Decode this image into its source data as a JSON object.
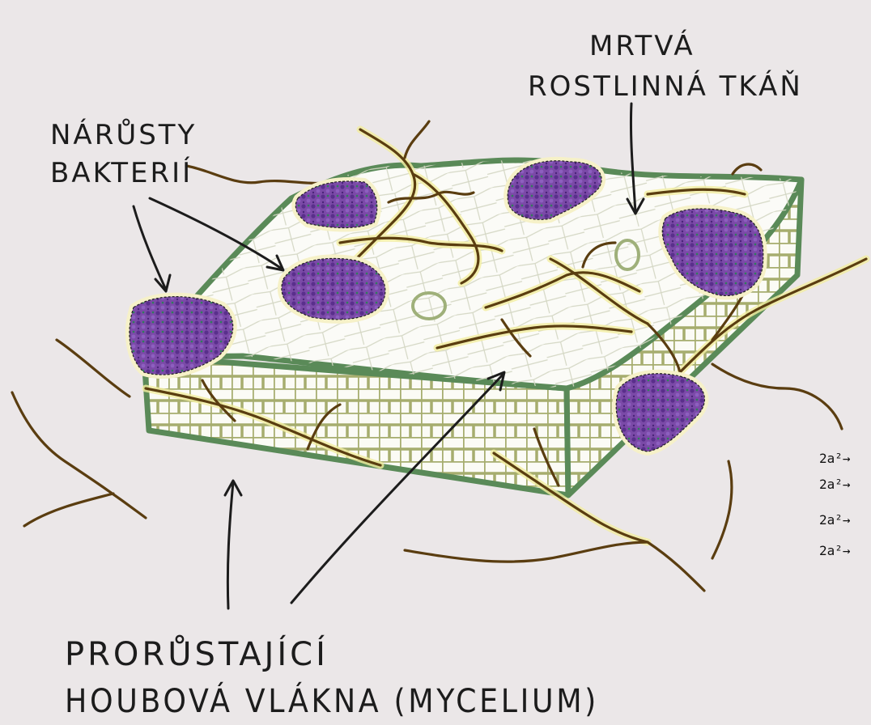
{
  "labels": {
    "bacteria_line1": "NÁRŮSTY",
    "bacteria_line2": "BAKTERIÍ",
    "dead_tissue_line1": "MRTVÁ",
    "dead_tissue_line2": "ROSTLINNÁ TKÁŇ",
    "mycelium_line1": "PRORŮSTAJÍCÍ",
    "mycelium_line2": "HOUBOVÁ VLÁKNA (MYCELIUM)"
  },
  "margin_notes": [
    "2a²→",
    "2a²→",
    "2a²→",
    "2a²→"
  ],
  "colors": {
    "background": "#ebe7e8",
    "tissue_outline": "#5a8a58",
    "tissue_fill": "#fbfbf7",
    "cell_walls": "#a6ad6e",
    "hyphae": "#5a3d10",
    "hyphae_glow": "#f3eea0",
    "bacteria": "#6a3f9a",
    "bacteria_glow": "#f6f1c8",
    "ink": "#1c1c1c"
  }
}
